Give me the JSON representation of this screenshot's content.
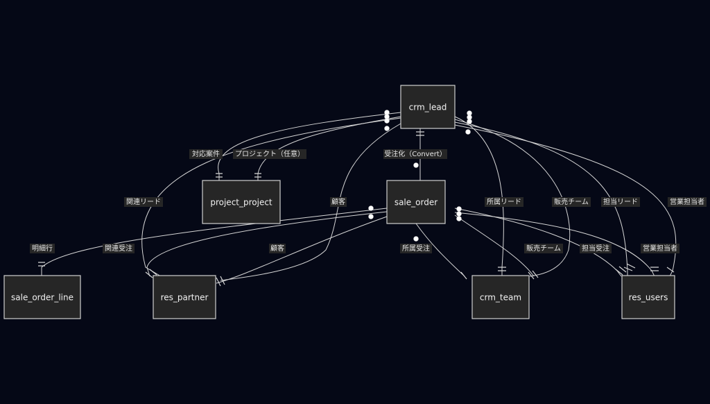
{
  "entities": {
    "crm_lead": "crm_lead",
    "sale_order": "sale_order",
    "project_project": "project_project",
    "sale_order_line": "sale_order_line",
    "res_partner": "res_partner",
    "crm_team": "crm_team",
    "res_users": "res_users"
  },
  "relationships": {
    "lead_project": "対応案件",
    "project_lead_optional": "プロジェクト（任意）",
    "lead_order_convert": "受注化（Convert）",
    "lead_partner": "関連リード",
    "lead_partner_customer": "顧客",
    "lead_team": "所属リード",
    "lead_team_sales": "販売チーム",
    "lead_users": "担当リード",
    "lead_users_sales": "営業担当者",
    "order_line": "明細行",
    "order_partner": "関連受注",
    "order_partner_customer": "顧客",
    "order_team": "所属受注",
    "order_team_sales": "販売チーム",
    "order_users": "担当受注",
    "order_users_sales": "営業担当者"
  }
}
